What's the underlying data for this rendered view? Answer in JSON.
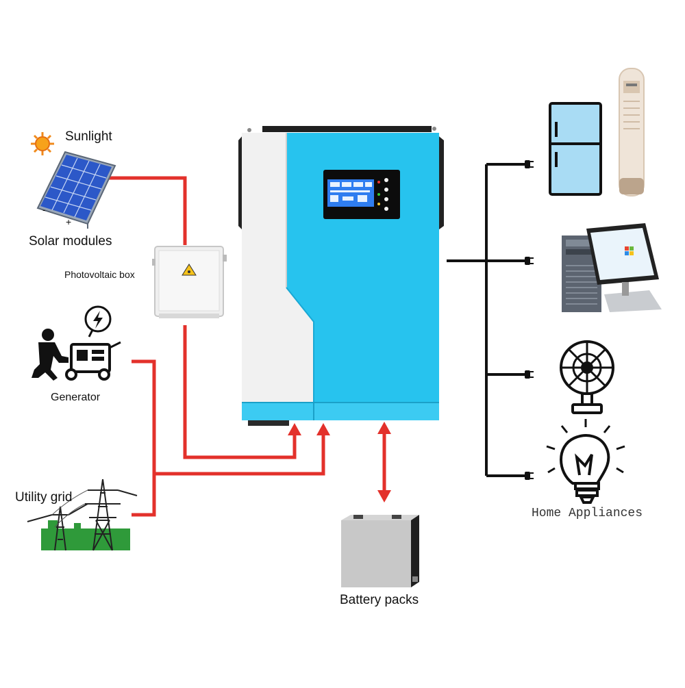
{
  "labels": {
    "sunlight": "Sunlight",
    "solar_modules": "Solar modules",
    "solar_minus": "-",
    "solar_plus": "+",
    "pv_box": "Photovoltaic box",
    "generator": "Generator",
    "utility_grid": "Utility grid",
    "battery_packs": "Battery packs",
    "home_appliances": "Home Appliances"
  },
  "colors": {
    "power_line": "#e3312b",
    "output_line": "#111111",
    "inverter_body": "#27c3ee",
    "inverter_panel": "#f1f1f1",
    "lcd_screen": "#2f7df0",
    "appliance_fill": "#a9dcf4"
  },
  "icons": {
    "sun": "sun-icon",
    "solar_panel": "solar-panel-icon",
    "pv_box": "junction-box-icon",
    "generator": "generator-icon",
    "grid": "transmission-tower-icon",
    "battery": "battery-icon",
    "fridge": "refrigerator-icon",
    "ac": "air-conditioner-icon",
    "computer": "computer-icon",
    "fan": "fan-icon",
    "bulb": "light-bulb-icon",
    "plug": "plug-icon"
  }
}
